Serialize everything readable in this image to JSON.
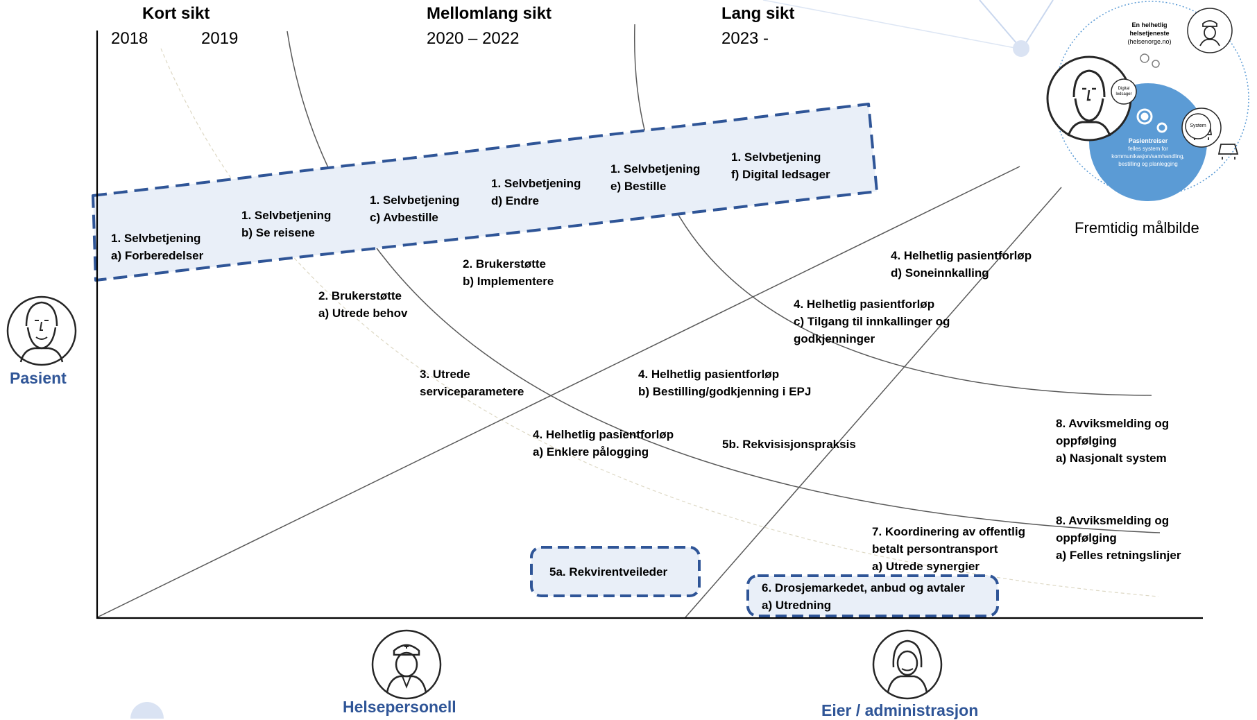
{
  "header": {
    "kort": {
      "title": "Kort sikt",
      "years": [
        "2018",
        "2019"
      ]
    },
    "mellom": {
      "title": "Mellomlang sikt",
      "years": "2020 – 2022"
    },
    "lang": {
      "title": "Lang sikt",
      "years": "2023 -"
    }
  },
  "roles": {
    "pasient": "Pasient",
    "helsepersonell": "Helsepersonell",
    "eier": "Eier / administrasjon"
  },
  "goal": {
    "caption": "Fremtidig målbilde",
    "bubble_top_line1": "En helhetlig",
    "bubble_top_line2": "helsetjeneste",
    "bubble_top_line3": "(helsenorge.no)",
    "digital_line1": "Digital",
    "digital_line2": "ledsager",
    "system": "System",
    "pasientreiser_title": "Pasientreiser",
    "pasientreiser_line1": "felles system for",
    "pasientreiser_line2": "kommunikasjon/samhandling,",
    "pasientreiser_line3": "bestilling og planlegging"
  },
  "items": [
    {
      "id": "1a",
      "lines": [
        "1. Selvbetjening",
        "a) Forberedelser"
      ]
    },
    {
      "id": "1b",
      "lines": [
        "1. Selvbetjening",
        "b) Se reisene"
      ]
    },
    {
      "id": "1c",
      "lines": [
        "1. Selvbetjening",
        "c) Avbestille"
      ]
    },
    {
      "id": "1d",
      "lines": [
        "1. Selvbetjening",
        "d) Endre"
      ]
    },
    {
      "id": "1e",
      "lines": [
        "1. Selvbetjening",
        "e) Bestille"
      ]
    },
    {
      "id": "1f",
      "lines": [
        "1. Selvbetjening",
        "f) Digital ledsager"
      ]
    },
    {
      "id": "2a",
      "lines": [
        "2. Brukerstøtte",
        "a) Utrede behov"
      ]
    },
    {
      "id": "2b",
      "lines": [
        "2. Brukerstøtte",
        "b) Implementere"
      ]
    },
    {
      "id": "3",
      "lines": [
        "3. Utrede",
        "serviceparametere"
      ]
    },
    {
      "id": "4a",
      "lines": [
        "4. Helhetlig  pasientforløp",
        "a) Enklere pålogging"
      ]
    },
    {
      "id": "4b",
      "lines": [
        "4. Helhetlig  pasientforløp",
        "b) Bestilling/godkjenning i EPJ"
      ]
    },
    {
      "id": "4c",
      "lines": [
        "4. Helhetlig  pasientforløp",
        "c) Tilgang til innkallinger og",
        "godkjenninger"
      ]
    },
    {
      "id": "4d",
      "lines": [
        "4. Helhetlig  pasientforløp",
        "d) Soneinnkalling"
      ]
    },
    {
      "id": "5a",
      "lines": [
        "5a. Rekvirentveileder"
      ]
    },
    {
      "id": "5b",
      "lines": [
        "5b. Rekvisisjonspraksis"
      ]
    },
    {
      "id": "6",
      "lines": [
        "6. Drosjemarkedet, anbud og avtaler",
        "a) Utredning"
      ]
    },
    {
      "id": "7",
      "lines": [
        "7. Koordinering av offentlig",
        "betalt persontransport",
        "a) Utrede synergier"
      ]
    },
    {
      "id": "8a",
      "lines": [
        "8. Avviksmelding og",
        "oppfølging",
        "a) Nasjonalt system"
      ]
    },
    {
      "id": "8b",
      "lines": [
        "8. Avviksmelding og",
        "oppfølging",
        "a) Felles retningslinjer"
      ]
    }
  ],
  "colors": {
    "accent": "#2f5597",
    "box_fill": "#e9eff8",
    "box_border": "#2f5597",
    "goal_blue": "#5b9bd5",
    "dot_fill": "#dae3f3",
    "axis": "#000000",
    "curve": "#595959"
  },
  "icons": {
    "pasient": "bearded-man-icon",
    "helsepersonell": "nurse-icon",
    "eier": "woman-headset-icon",
    "goal_patient": "bearded-man-icon",
    "goal_nurse": "nurse-icon",
    "goal_car": "car-icon",
    "gears": "gears-icon"
  }
}
